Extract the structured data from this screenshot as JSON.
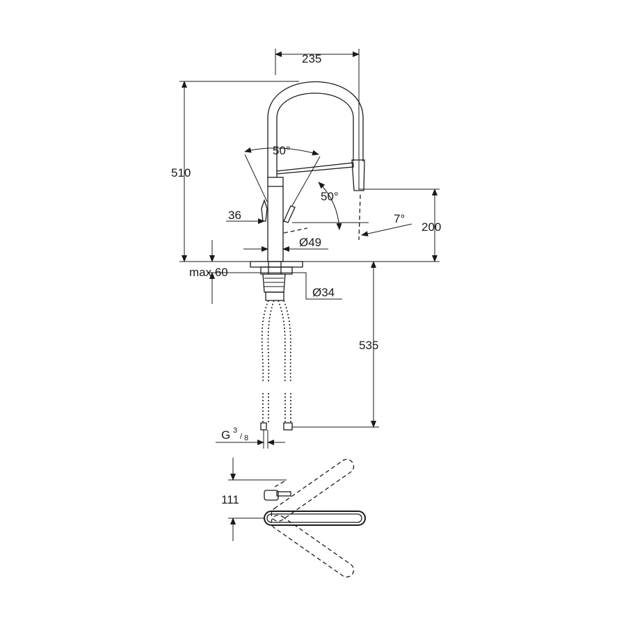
{
  "drawing": {
    "title": "Kitchen faucet dimension drawing",
    "dimensions": {
      "spout_reach": "235",
      "total_height": "510",
      "handle_angle": "50°",
      "spray_angle": "50°",
      "handle_offset": "36",
      "spray_tilt": "7°",
      "spout_height": "200",
      "body_diameter": "Ø49",
      "max_thickness": "max.60",
      "hole_diameter": "Ø34",
      "hose_length": "535",
      "thread_g": "G",
      "thread_num": "3",
      "thread_den": "8",
      "top_view_depth": "111"
    }
  }
}
